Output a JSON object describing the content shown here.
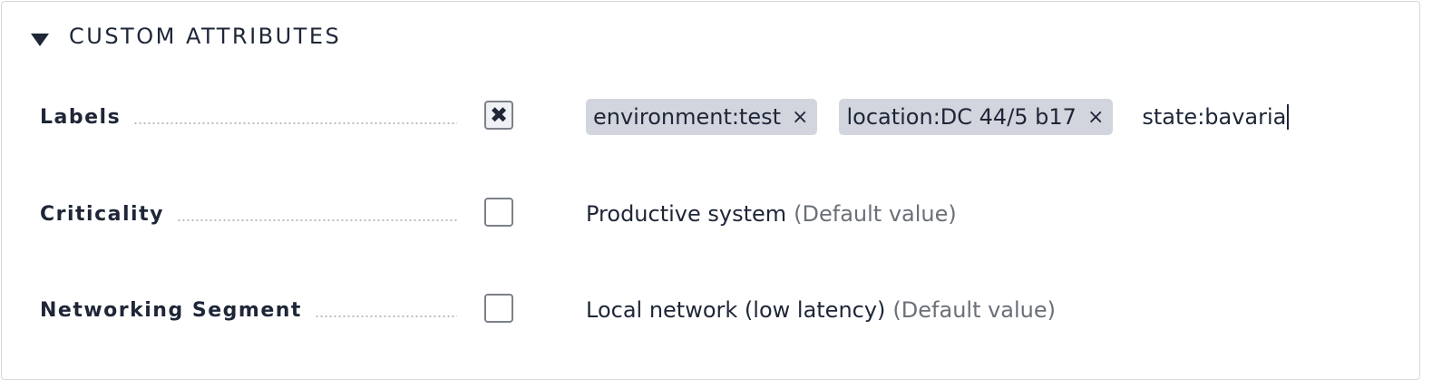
{
  "section": {
    "title": "CUSTOM ATTRIBUTES"
  },
  "rows": [
    {
      "label": "Labels",
      "checked": true,
      "tags": [
        {
          "text": "environment:test",
          "remove": "×"
        },
        {
          "text": "location:DC 44/5 b17",
          "remove": "×"
        }
      ],
      "input_value": "state:bavaria"
    },
    {
      "label": "Criticality",
      "checked": false,
      "value": "Productive system",
      "note": "(Default value)"
    },
    {
      "label": "Networking Segment",
      "checked": false,
      "value": "Local network (low latency)",
      "note": "(Default value)"
    }
  ],
  "icons": {
    "collapse": "triangle-down-icon",
    "check": "x-check-icon",
    "tag_remove": "close-icon"
  },
  "colors": {
    "text": "#1e2637",
    "tag_bg": "#d3d5de",
    "note": "#6b6f78",
    "border": "#d6d8de"
  }
}
